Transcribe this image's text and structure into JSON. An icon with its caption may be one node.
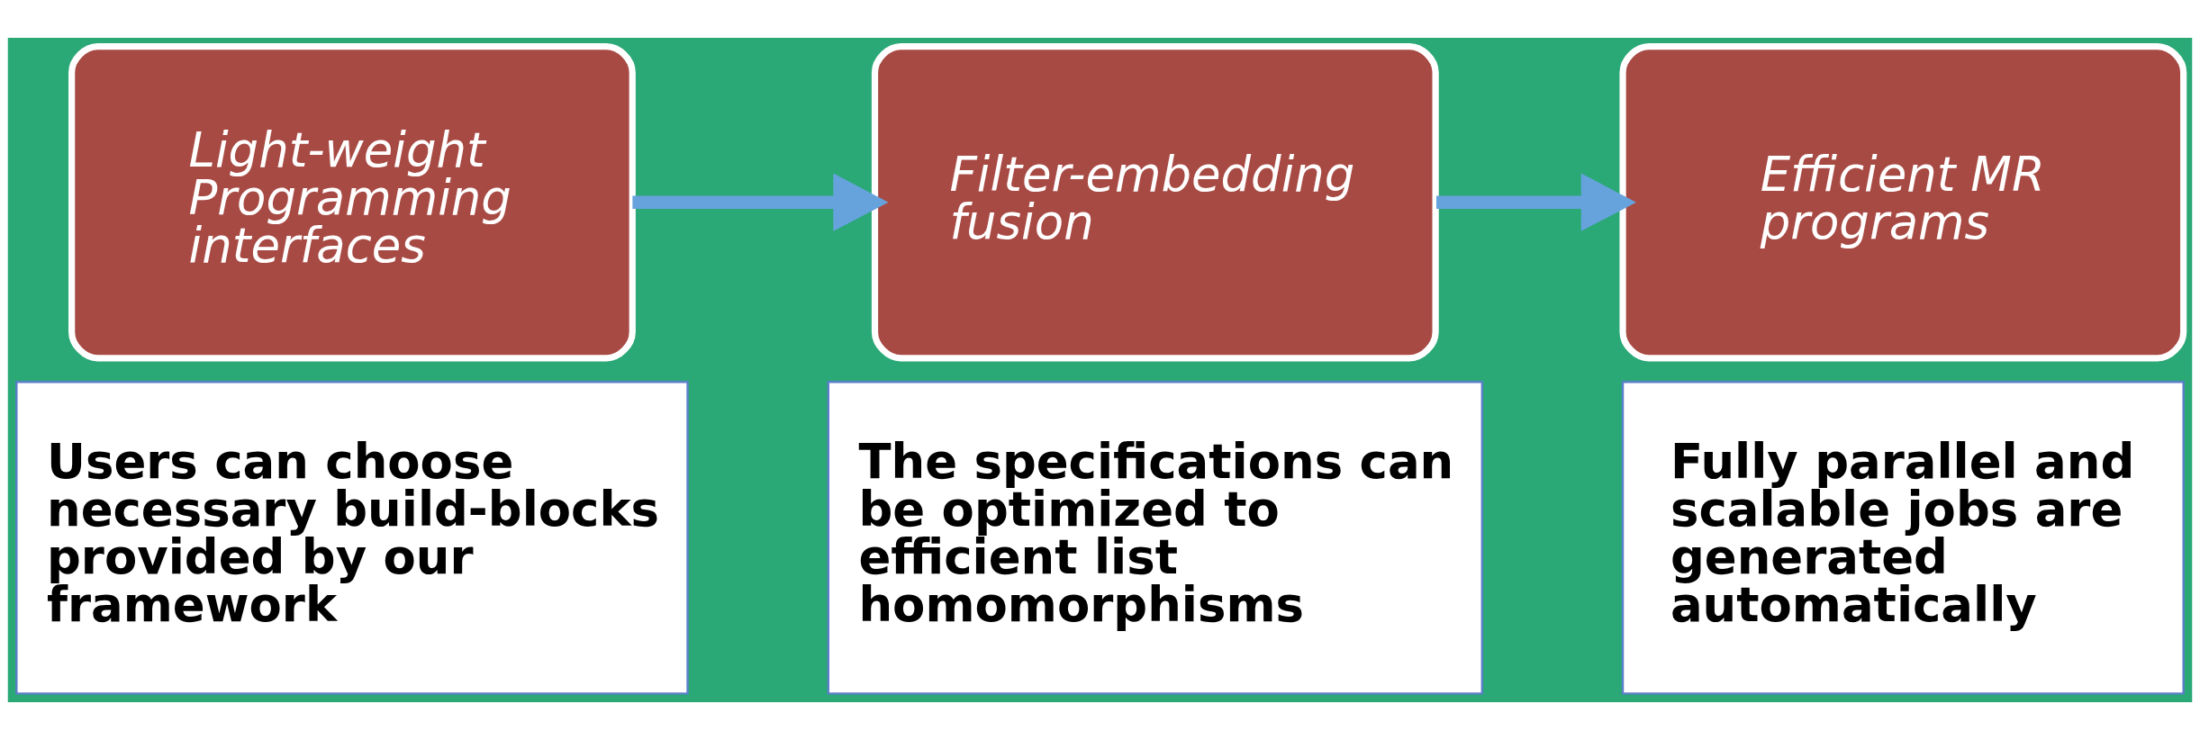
{
  "diagram": {
    "nodes": [
      {
        "text": [
          "Light-weight Programming interfaces"
        ]
      },
      {
        "text": [
          "Users can choose necessary build-blocks provided by our framework"
        ]
      },
      {
        "text": [
          "Filter-embedding fusion"
        ]
      },
      {
        "text": [
          "The specifications can be optimized to efficient list homomorphisms"
        ]
      },
      {
        "text": [
          "Efficient MR programs"
        ]
      },
      {
        "text": [
          "Fully parallel and scalable jobs are generated automatically"
        ]
      }
    ],
    "edges": [
      {
        "from": 0,
        "to": 2,
        "arrow": "to"
      },
      {
        "from": 2,
        "to": 4,
        "arrow": "to"
      }
    ]
  }
}
